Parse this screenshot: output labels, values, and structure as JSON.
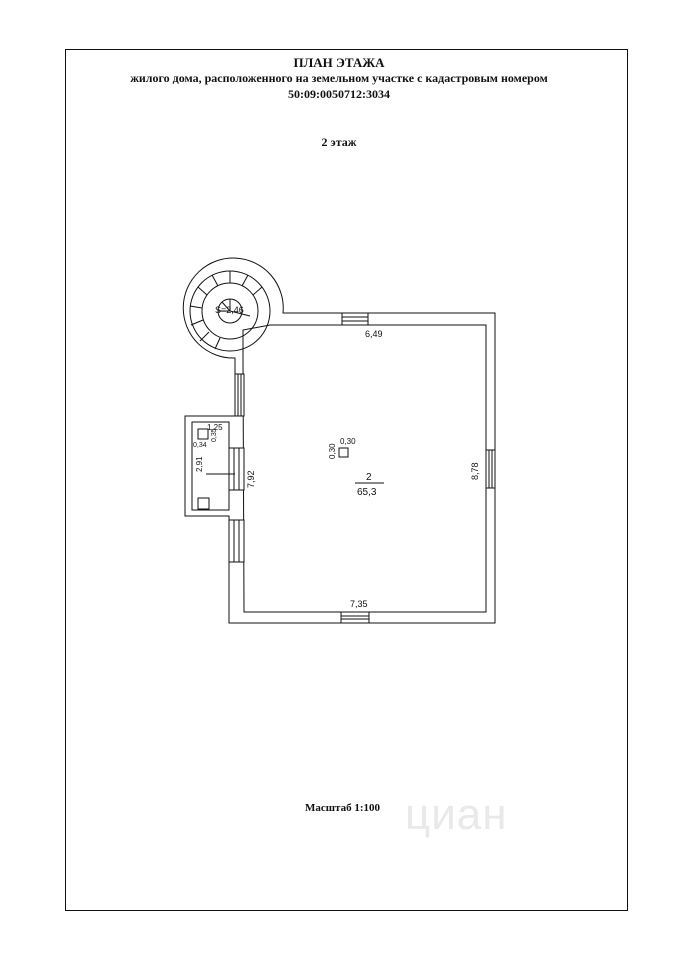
{
  "header": {
    "title": "ПЛАН ЭТАЖА",
    "subtitle": "жилого дома, расположенного на земельном участке с кадастровым номером",
    "cadastral_number": "50:09:0050712:3034",
    "floor_label": "2 этаж"
  },
  "plan": {
    "stair_label": "S=2,46",
    "room_number": "2",
    "room_area": "65,3",
    "dim_top": "6,49",
    "dim_bottom": "7,35",
    "dim_right": "8,78",
    "dim_left": "7,92",
    "column_w": "0,30",
    "column_h": "0,30",
    "annex_width": "1,25",
    "annex_height": "2,91",
    "annex_box_w": "0,34",
    "annex_box_h": "0,35"
  },
  "footer": {
    "scale": "Масштаб 1:100",
    "watermark": "циан"
  }
}
